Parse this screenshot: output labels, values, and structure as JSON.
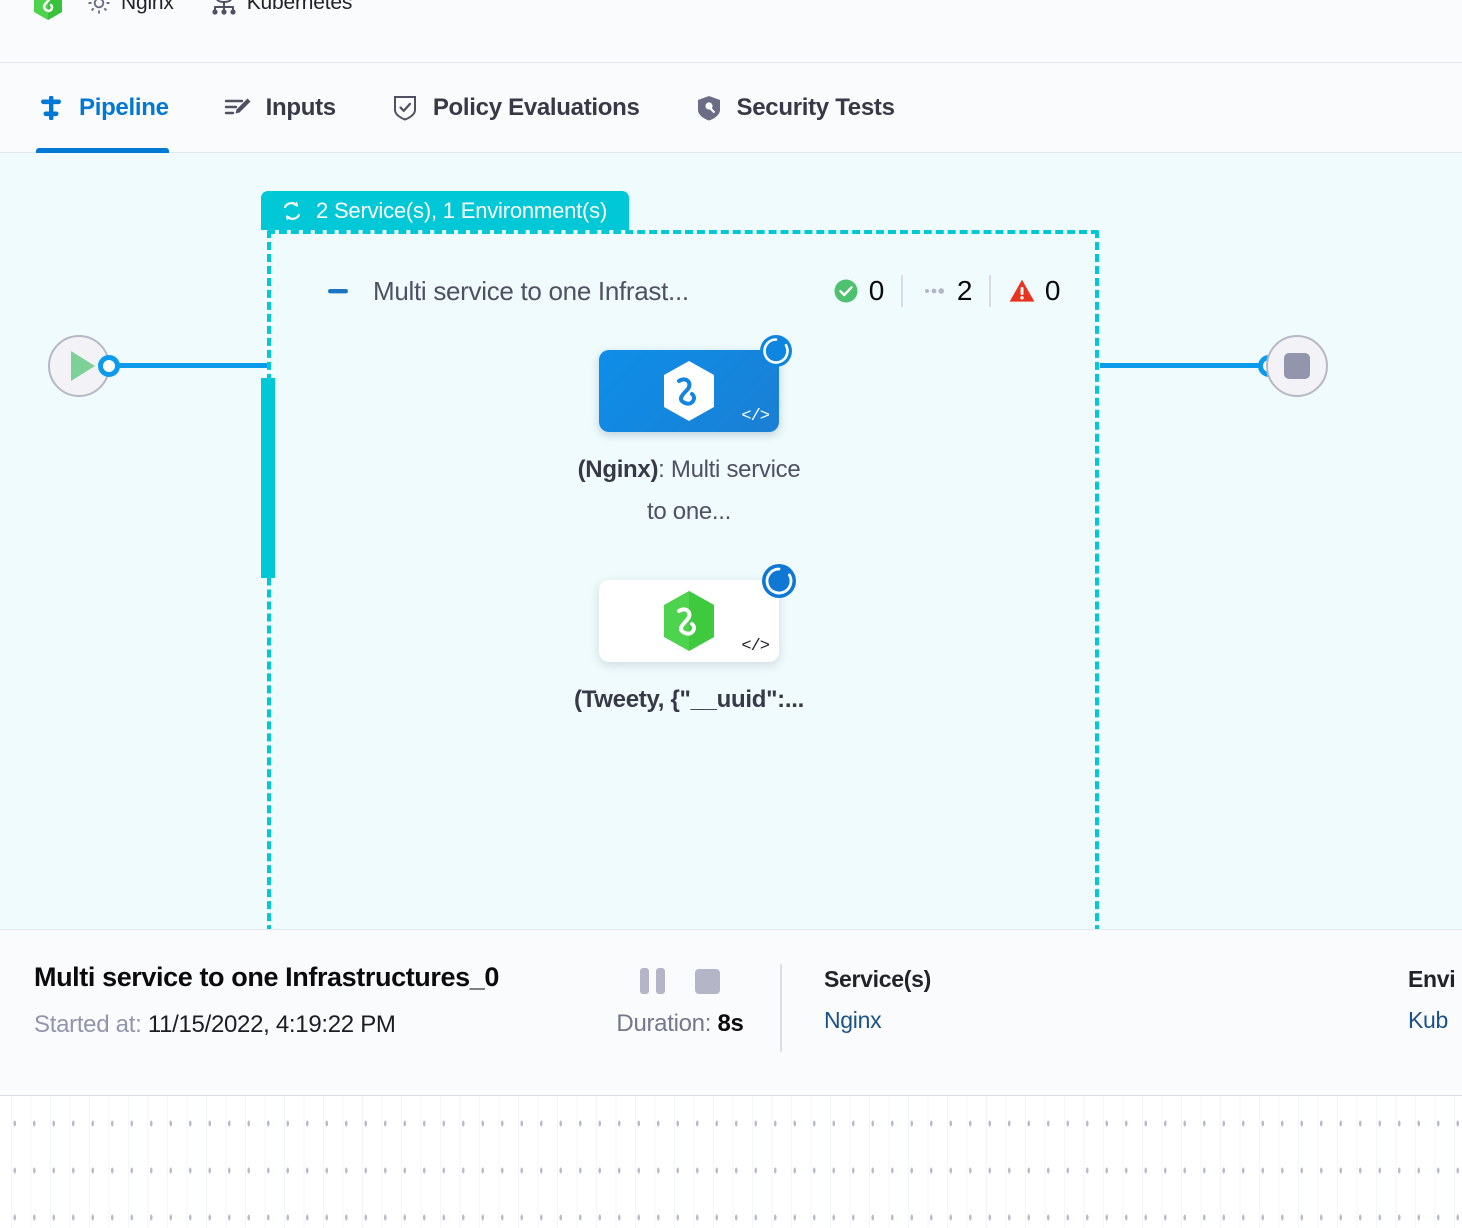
{
  "breadcrumbs": [
    {
      "icon": "harness-hex-icon",
      "label": ""
    },
    {
      "icon": "gear-icon",
      "label": "Nginx"
    },
    {
      "icon": "infrastructure-icon",
      "label": "Kubernetes"
    }
  ],
  "tabs": [
    {
      "id": "pipeline",
      "label": "Pipeline",
      "icon": "pipeline-icon",
      "active": true
    },
    {
      "id": "inputs",
      "label": "Inputs",
      "icon": "inputs-icon",
      "active": false
    },
    {
      "id": "policy-evaluations",
      "label": "Policy Evaluations",
      "icon": "policy-shield-check-icon",
      "active": false
    },
    {
      "id": "security-tests",
      "label": "Security Tests",
      "icon": "security-shield-icon",
      "active": false
    }
  ],
  "canvas": {
    "group_badge": {
      "icon": "loop-icon",
      "label": "2 Service(s), 1 Environment(s)"
    },
    "stage": {
      "collapse_icon": "minus-collapse-icon",
      "title": "Multi service to one Infrast...",
      "counts": [
        {
          "icon": "success-check-icon",
          "value": "0",
          "color": "#4dc16e"
        },
        {
          "icon": "pending-dots-icon",
          "value": "2",
          "color": "#b4b6c8"
        },
        {
          "icon": "error-warning-icon",
          "value": "0",
          "color": "#e8341f"
        }
      ]
    },
    "nodes": [
      {
        "id": "node-nginx",
        "card_style": "blue",
        "logo_icon": "harness-hex-icon",
        "code_icon": "code-brackets-icon",
        "status_icon": "running-spinner-icon",
        "label_bold": "(Nginx)",
        "label_rest": ": Multi service to one..."
      },
      {
        "id": "node-tweety",
        "card_style": "white",
        "logo_icon": "harness-hex-icon",
        "code_icon": "code-brackets-icon",
        "status_icon": "running-spinner-icon",
        "label_bold": "(Tweety, {\"__uuid\":...",
        "label_rest": ""
      }
    ],
    "start_node": {
      "icon": "play-icon"
    },
    "end_node": {
      "icon": "stop-icon"
    }
  },
  "infobar": {
    "title": "Multi service to one Infrastructures_0",
    "started_label": "Started at:",
    "started_value": "11/15/2022, 4:19:22 PM",
    "controls": [
      {
        "icon": "pause-icon"
      },
      {
        "icon": "stop-icon"
      }
    ],
    "duration_label": "Duration:",
    "duration_value": "8s",
    "services": {
      "title": "Service(s)",
      "value": "Nginx"
    },
    "environments": {
      "title": "Envi",
      "value": "Kub"
    }
  },
  "colors": {
    "accent_blue": "#0278d5",
    "connector_blue": "#0b9bea",
    "group_teal": "#00c8d6",
    "canvas_bg": "#effbfc",
    "success_green": "#4dc16e",
    "error_red": "#e8341f",
    "link_navy": "#1b5286"
  }
}
